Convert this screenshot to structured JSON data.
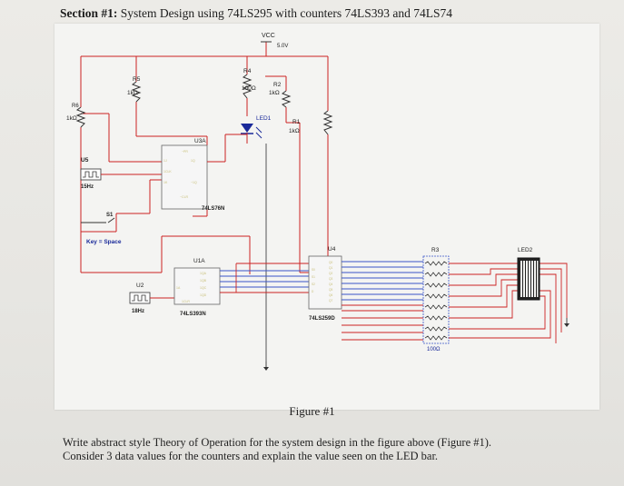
{
  "header": {
    "section": "Section #1:",
    "title": "System Design using 74LS295 with counters 74LS393 and 74LS74"
  },
  "schematic": {
    "vcc_label": "VCC",
    "vcc_value": "5.0V",
    "r4_name": "R4",
    "r4_value": "100Ω",
    "r2_name": "R2",
    "r2_value": "1kΩ",
    "r5_name": "R5",
    "r5_value": "1kΩ",
    "r6_name": "R6",
    "r6_value": "1kΩ",
    "r1_name": "R1",
    "r1_value": "1kΩ",
    "led1_name": "LED1",
    "u5_name": "U5",
    "u5_freq": "15Hz",
    "u3a_name": "U3A",
    "u3a_part": "74LS76N",
    "s1_name": "S1",
    "s1_key": "Key = Space",
    "u1a_name": "U1A",
    "u1a_part": "74LS393N",
    "u2_name": "U2",
    "u2_freq": "18Hz",
    "u4_name": "U4",
    "u4_part": "74LS259D",
    "r3_name": "R3",
    "r3_value": "100Ω",
    "led2_name": "LED2"
  },
  "caption": "Figure #1",
  "question": {
    "line1": "Write abstract style Theory of Operation for the system design in the figure above (Figure #1).",
    "line2": "Consider 3 data values for the counters and explain the value seen on the LED bar."
  }
}
